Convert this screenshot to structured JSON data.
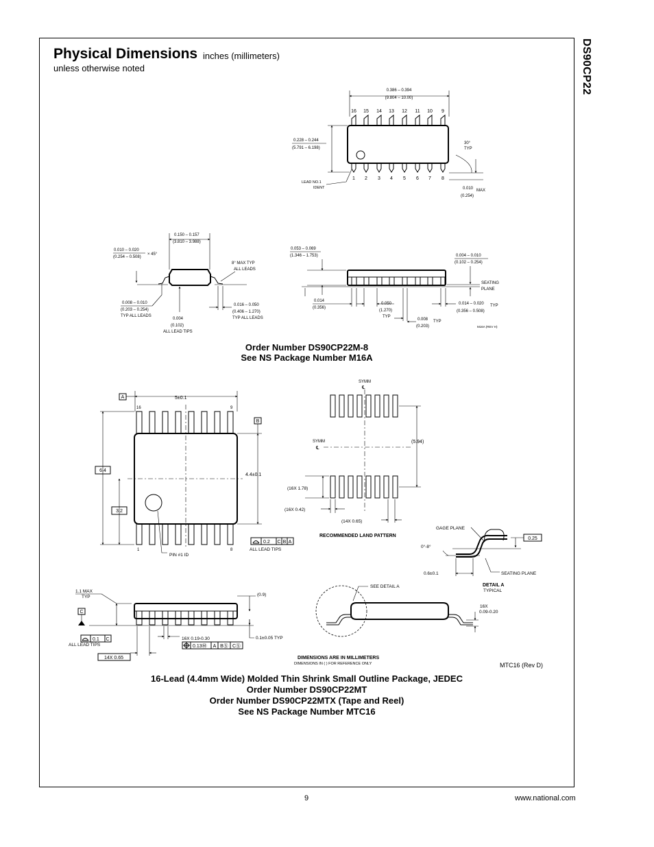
{
  "side_title": "DS90CP22",
  "header": {
    "title": "Physical Dimensions",
    "units": "inches (millimeters)",
    "note": "unless otherwise noted"
  },
  "m16a": {
    "caption_1": "Order Number DS90CP22M-8",
    "caption_2": "See NS Package Number M16A",
    "rev": "M16A (REV H)"
  },
  "mtc16": {
    "caption_1": "16-Lead (4.4mm Wide) Molded Thin Shrink Small Outline Package, JEDEC",
    "caption_2": "Order Number DS90CP22MT",
    "caption_3": "Order Number DS90CP22MTX (Tape and Reel)",
    "caption_4": "See NS Package Number MTC16",
    "rev": "MTC16 (Rev D)"
  },
  "footer": {
    "page_number": "9",
    "website": "www.national.com"
  }
}
